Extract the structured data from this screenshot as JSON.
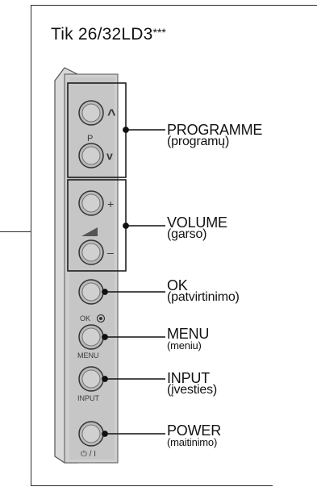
{
  "title": {
    "text": "Tik 26/32LD3",
    "suffix": "***"
  },
  "buttons": {
    "program_up_glyph": "^",
    "program_down_glyph": "v",
    "program_letter": "P",
    "volume_plus_glyph": "+",
    "volume_minus_glyph": "–",
    "ok_text": "OK",
    "menu_text": "MENU",
    "input_text": "INPUT",
    "power_text": "⏻ / I"
  },
  "labels": [
    {
      "main": "PROGRAMME",
      "sub": "(programų)"
    },
    {
      "main": "VOLUME",
      "sub": "(garso)"
    },
    {
      "main": "OK",
      "sub": "(patvirtinimo)"
    },
    {
      "main": "MENU",
      "sub": "(meniu)"
    },
    {
      "main": "INPUT",
      "sub": "(įvesties)"
    },
    {
      "main": "POWER",
      "sub": "(maitinimo)"
    }
  ]
}
